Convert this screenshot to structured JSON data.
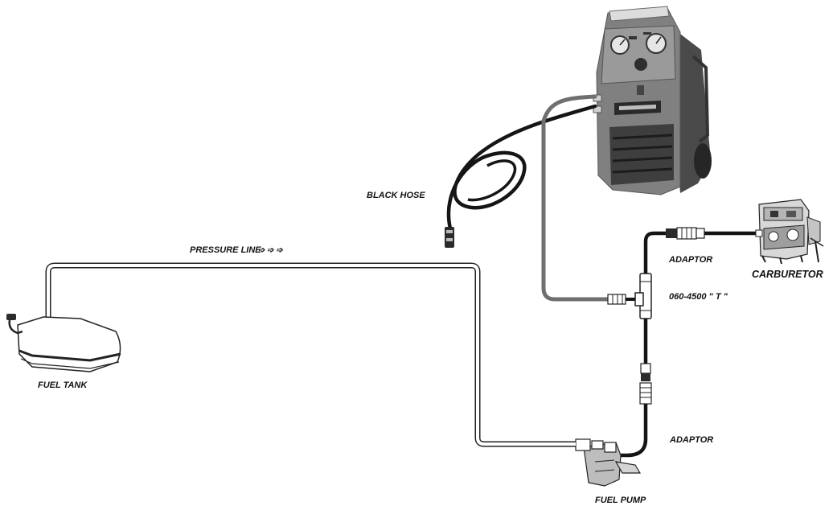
{
  "labels": {
    "black_hose": "BLACK HOSE",
    "pressure_line": "PRESSURE LINE",
    "pressure_arrows": "➩ ➩ ➩",
    "adaptor_top": "ADAPTOR",
    "carburetor": "CARBURETOR",
    "tee": "060-4500 \" T \"",
    "fuel_tank": "FUEL TANK",
    "adaptor_bottom": "ADAPTOR",
    "fuel_pump": "FUEL PUMP"
  },
  "colors": {
    "outline": "#222222",
    "hose_black": "#151515",
    "hose_gray": "#6f6f6f",
    "machine_body": "#7d7d7d",
    "machine_dark": "#3a3a3a",
    "pipe_fill": "#ffffff"
  }
}
